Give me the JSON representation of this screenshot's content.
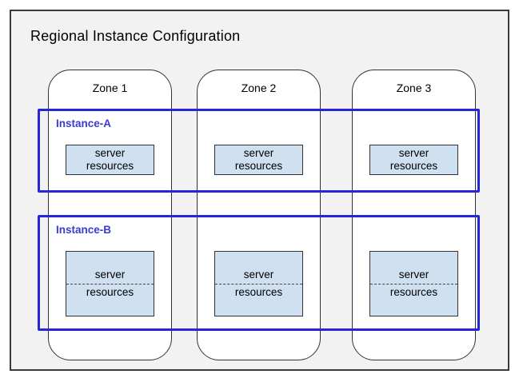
{
  "title": "Regional Instance Configuration",
  "zones": [
    {
      "label": "Zone 1"
    },
    {
      "label": "Zone 2"
    },
    {
      "label": "Zone 3"
    }
  ],
  "instances": [
    {
      "label": "Instance-A",
      "boxes": [
        {
          "line1": "server",
          "line2": "resources"
        },
        {
          "line1": "server",
          "line2": "resources"
        },
        {
          "line1": "server",
          "line2": "resources"
        }
      ]
    },
    {
      "label": "Instance-B",
      "boxes": [
        {
          "line1": "server",
          "line2": "resources"
        },
        {
          "line1": "server",
          "line2": "resources"
        },
        {
          "line1": "server",
          "line2": "resources"
        }
      ]
    }
  ],
  "colors": {
    "region_fill": "#f2f2f2",
    "region_border": "#3a3a3a",
    "zone_fill": "#ffffff",
    "zone_border": "#333333",
    "instance_accent": "#2626d6",
    "instance_label_text": "#3b3bd0",
    "server_box_fill": "#cfe0f1",
    "server_box_border": "#333333",
    "title_text": "#000000"
  }
}
